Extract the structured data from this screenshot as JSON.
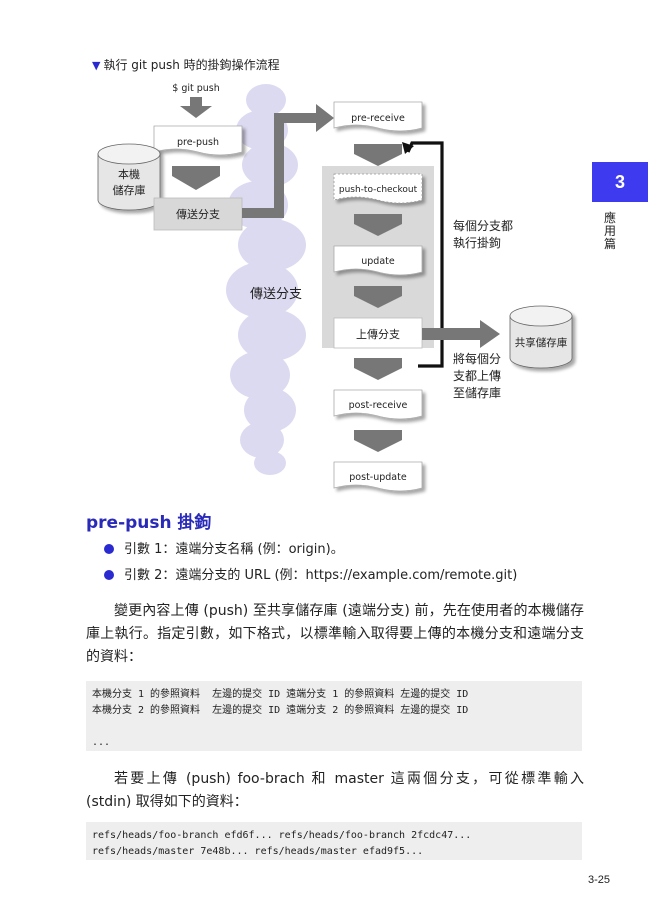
{
  "figure": {
    "title": "執行 git push 時的掛鉤操作流程",
    "cmd": "$ git push",
    "pre_push": "pre-push",
    "local_repo": [
      "本機",
      "儲存庫"
    ],
    "send_branch": "傳送分支",
    "cloud_label": "傳送分支",
    "pre_receive": "pre-receive",
    "push_to_checkout": "push-to-checkout",
    "update": "update",
    "upload_branch": "上傳分支",
    "post_receive": "post-receive",
    "post_update": "post-update",
    "loop_label": [
      "每個分支都",
      "執行掛鉤"
    ],
    "shared_repo": "共享儲存庫",
    "upload_note": [
      "將每個分",
      "支都上傳",
      "至儲存庫"
    ]
  },
  "chapter": {
    "number": "3",
    "label": [
      "應",
      "用",
      "篇"
    ]
  },
  "section": {
    "title": "pre-push 掛鉤",
    "bullets": [
      "引數 1：遠端分支名稱 (例：origin)。",
      "引數 2：遠端分支的 URL (例：https://example.com/remote.git)"
    ],
    "para1": "變更內容上傳 (push) 至共享儲存庫 (遠端分支) 前，先在使用者的本機儲存庫上執行。指定引數，如下格式，以標準輸入取得要上傳的本機分支和遠端分支的資料：",
    "code1": "本機分支 1 的參照資料  左邊的提交 ID 遠端分支 1 的參照資料 左邊的提交 ID\n本機分支 2 的參照資料  左邊的提交 ID 遠端分支 2 的參照資料 左邊的提交 ID\n\n...",
    "para2": "若要上傳 (push) foo-brach 和 master 這兩個分支，可從標準輸入 (stdin) 取得如下的資料：",
    "code2": "refs/heads/foo-branch efd6f... refs/heads/foo-branch 2fcdc47...\nrefs/heads/master 7e48b... refs/heads/master efad9f5..."
  },
  "page_number": "3-25",
  "colors": {
    "accent": "#2a2ad0",
    "cloud": "#dcdaf0",
    "arrow": "#777777",
    "highlight_box": "#d9d9d9",
    "loop": "#111111"
  }
}
